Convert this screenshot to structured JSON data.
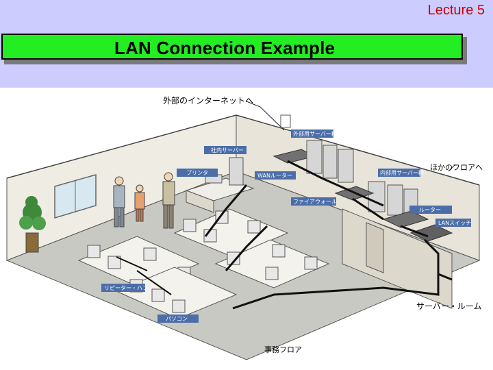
{
  "header": {
    "lecture": "Lecture 5",
    "title": "LAN Connection Example"
  },
  "diagram": {
    "labels": {
      "internet": "外部のインターネットへ",
      "public_server": "外部用サーバー群",
      "internal_server": "社内サーバー",
      "printer": "プリンタ",
      "wan_router": "WANルーター",
      "other_floor": "ほかのフロアへ",
      "intranet_servers": "内部用サーバー群",
      "firewall": "ファイアウォール",
      "router": "ルーター",
      "lan_switch": "LANスイッチ",
      "repeater_hub": "リピーター・ハブ",
      "pc": "パソコン",
      "server_room": "サーバー・ルーム",
      "office_floor": "事務フロア"
    }
  }
}
